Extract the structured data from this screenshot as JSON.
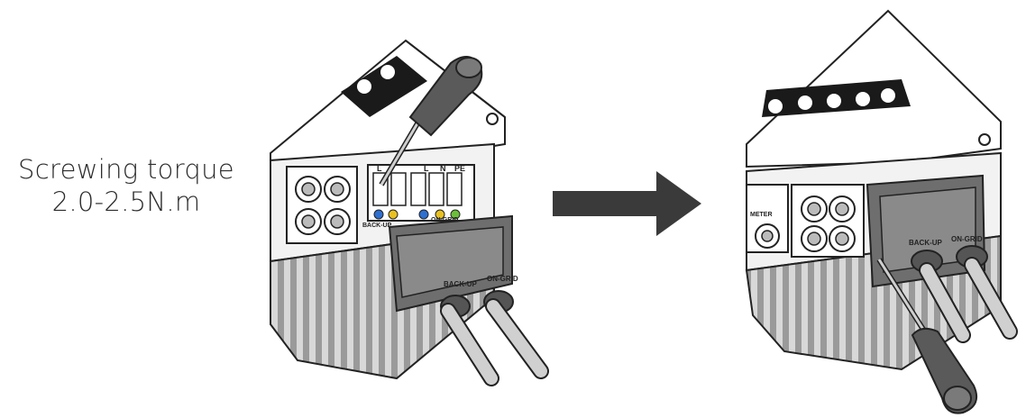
{
  "caption": {
    "line1": "Screwing torque",
    "line2": "2.0-2.5N.m"
  },
  "left_figure": {
    "terminal_labels": [
      "L",
      "L",
      "N",
      "PE"
    ],
    "port_labels": [
      "BACK-UP",
      "ON-GRID"
    ],
    "cover_labels": [
      "BACK-UP",
      "ON-GRID"
    ]
  },
  "right_figure": {
    "meter_label": "METER",
    "cover_labels": [
      "BACK-UP",
      "ON-GRID"
    ]
  },
  "arrow": {
    "direction": "right",
    "color": "#3a3a3a"
  }
}
